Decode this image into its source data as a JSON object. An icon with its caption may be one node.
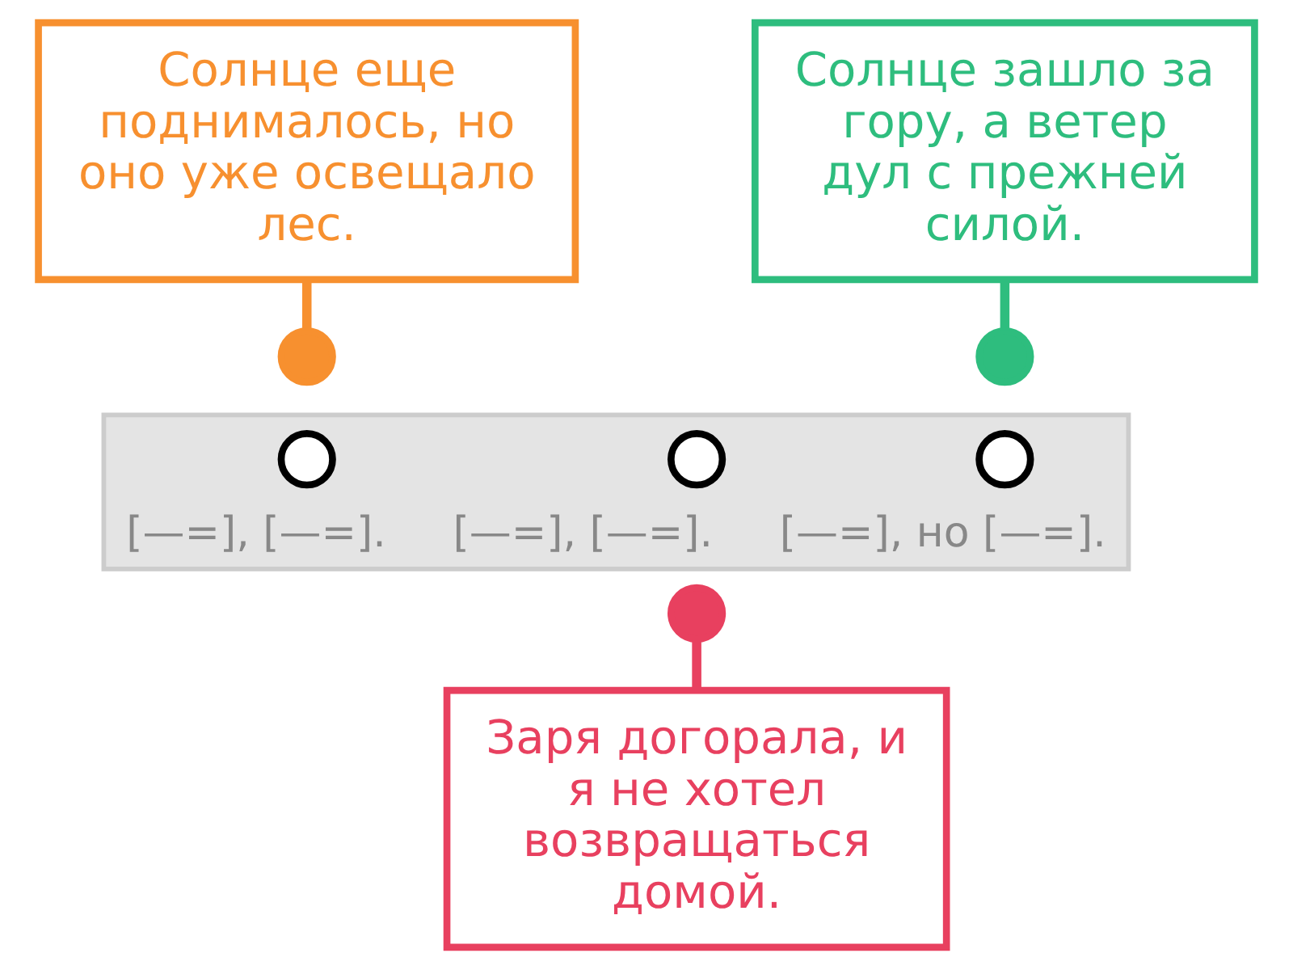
{
  "diagram": {
    "nodes": [
      {
        "text": [
          "Солнце еще поднималось, но оно уже освещало лес."
        ]
      },
      {
        "text": [
          "Солнце зашло за гору, а ветер дул с прежней силой."
        ]
      },
      {
        "text": [],
        "shape": "circle"
      },
      {
        "text": [],
        "shape": "circle"
      },
      {
        "text": [
          "[—=], [—=].",
          "[—=], [—=].",
          "[—=], но [—=]."
        ]
      },
      {
        "text": [],
        "shape": "circle",
        "in": 4
      },
      {
        "text": [],
        "shape": "circle",
        "in": 4
      },
      {
        "text": [],
        "shape": "circle",
        "in": 4
      },
      {
        "text": [],
        "shape": "circle"
      },
      {
        "text": [
          "Заря догорала, и я не хотел возвращаться домой."
        ]
      }
    ],
    "edges": [
      {
        "from": 0,
        "to": 2,
        "arrow": "none",
        "color": "#f7902f"
      },
      {
        "from": 1,
        "to": 3,
        "arrow": "none",
        "color": "#2ebd7e"
      },
      {
        "from": 8,
        "to": 9,
        "arrow": "none",
        "color": "#e8405f"
      }
    ]
  }
}
